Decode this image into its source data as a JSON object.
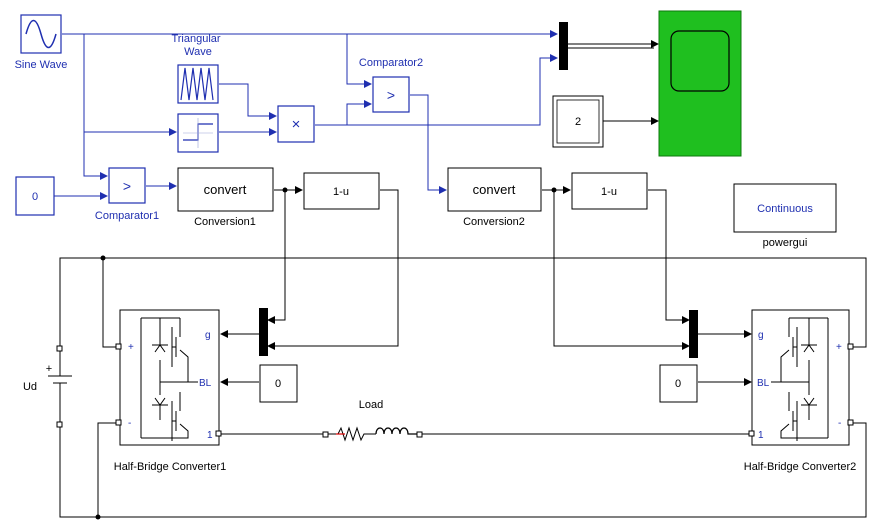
{
  "colors": {
    "signal": "#1f2fb0",
    "power": "#000000",
    "scope": "#1fbf1f",
    "background": "#ffffff"
  },
  "blocks": {
    "sine_wave": {
      "label": "Sine Wave",
      "icon": "sine-wave-icon"
    },
    "triangular_wave": {
      "label_line1": "Triangular",
      "label_line2": "Wave",
      "icon": "triangle-wave-icon"
    },
    "step": {
      "icon": "step-icon"
    },
    "product": {
      "symbol": "×"
    },
    "comparator1": {
      "symbol": ">",
      "label": "Comparator1"
    },
    "comparator2": {
      "symbol": ">",
      "label": "Comparator2"
    },
    "const_zero_1": {
      "value": "0"
    },
    "const_two": {
      "value": "2"
    },
    "conversion1": {
      "text": "convert",
      "label": "Conversion1"
    },
    "conversion2": {
      "text": "convert",
      "label": "Conversion2"
    },
    "not1": {
      "text": "1-u"
    },
    "not2": {
      "text": "1-u"
    },
    "powergui": {
      "text": "Continuous",
      "label": "powergui"
    },
    "scope": {
      "icon": "scope-icon"
    },
    "dc_source": {
      "label": "Ud",
      "plus": "+"
    },
    "load": {
      "label": "Load"
    },
    "const_bl_1": {
      "value": "0"
    },
    "const_bl_2": {
      "value": "0"
    },
    "converter1": {
      "label": "Half-Bridge Converter1",
      "port_g": "g",
      "port_bl": "BL",
      "port_plus": "+",
      "port_minus": "-",
      "port_1": "1"
    },
    "converter2": {
      "label": "Half-Bridge Converter2",
      "port_g": "g",
      "port_bl": "BL",
      "port_plus": "+",
      "port_minus": "-",
      "port_1": "1"
    }
  }
}
